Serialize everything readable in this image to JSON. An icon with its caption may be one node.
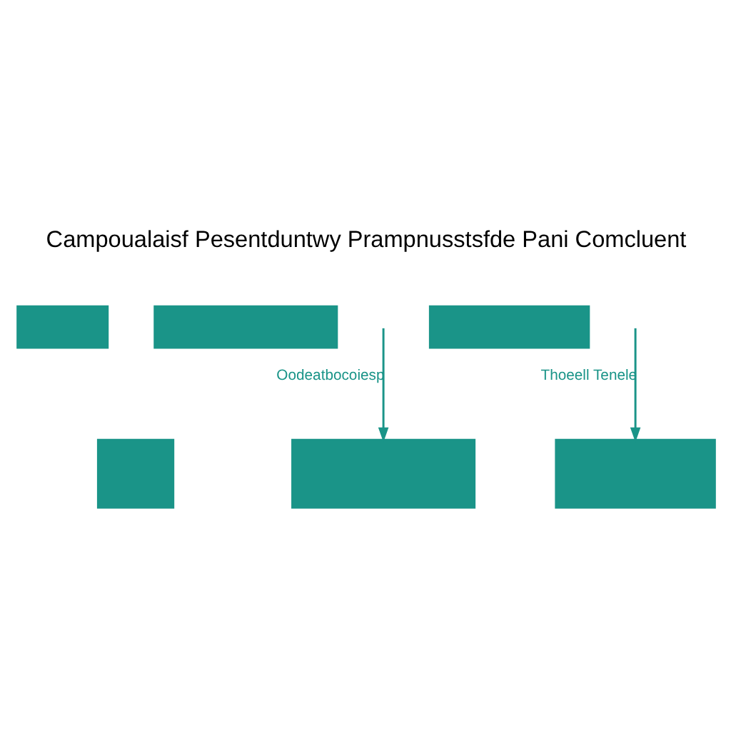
{
  "diagram": {
    "title": "Campoualaisf Pesentduntwy Prampnusstsfde Pani Comcluent",
    "nodes": [
      {
        "text": [],
        "shape": "box"
      },
      {
        "text": [],
        "shape": "box"
      },
      {
        "text": [],
        "shape": "box"
      },
      {
        "text": [],
        "shape": "box"
      },
      {
        "text": [],
        "shape": "box"
      },
      {
        "text": [],
        "shape": "box"
      }
    ],
    "edges": [
      {
        "from": null,
        "to": 4,
        "arrow": "to",
        "label": "Oodeatbocoiesp"
      },
      {
        "from": null,
        "to": 5,
        "arrow": "to",
        "label": "Thoeell Tenele"
      }
    ]
  }
}
